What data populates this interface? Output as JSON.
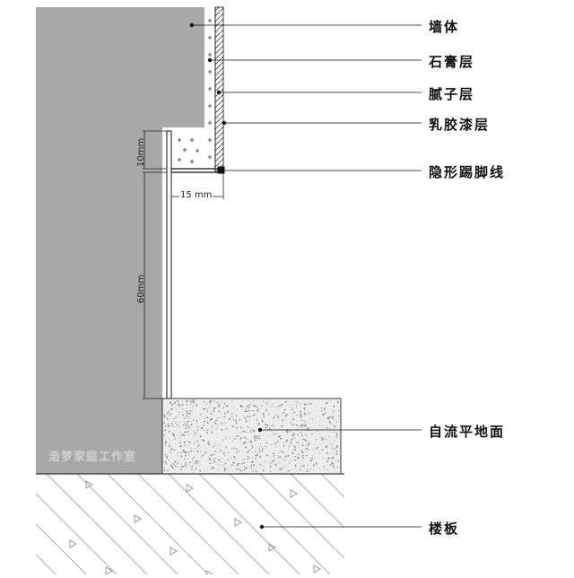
{
  "labels": {
    "wall": "墙体",
    "gypsum": "石膏层",
    "putty": "腻子层",
    "latex_paint": "乳胶漆层",
    "hidden_skirting": "隐形踢脚线",
    "self_leveling_floor": "自流平地面",
    "floor_slab": "楼板"
  },
  "dimensions": {
    "height_small": "10mm",
    "width": "15 mm",
    "height_skirting": "60mm"
  },
  "watermark": "浩梦家庭工作室",
  "colors": {
    "wall": "#a8a8a8",
    "screed": "#ececec",
    "slab": "#ffffff",
    "lines": "#111111",
    "hatch": "#555555"
  }
}
